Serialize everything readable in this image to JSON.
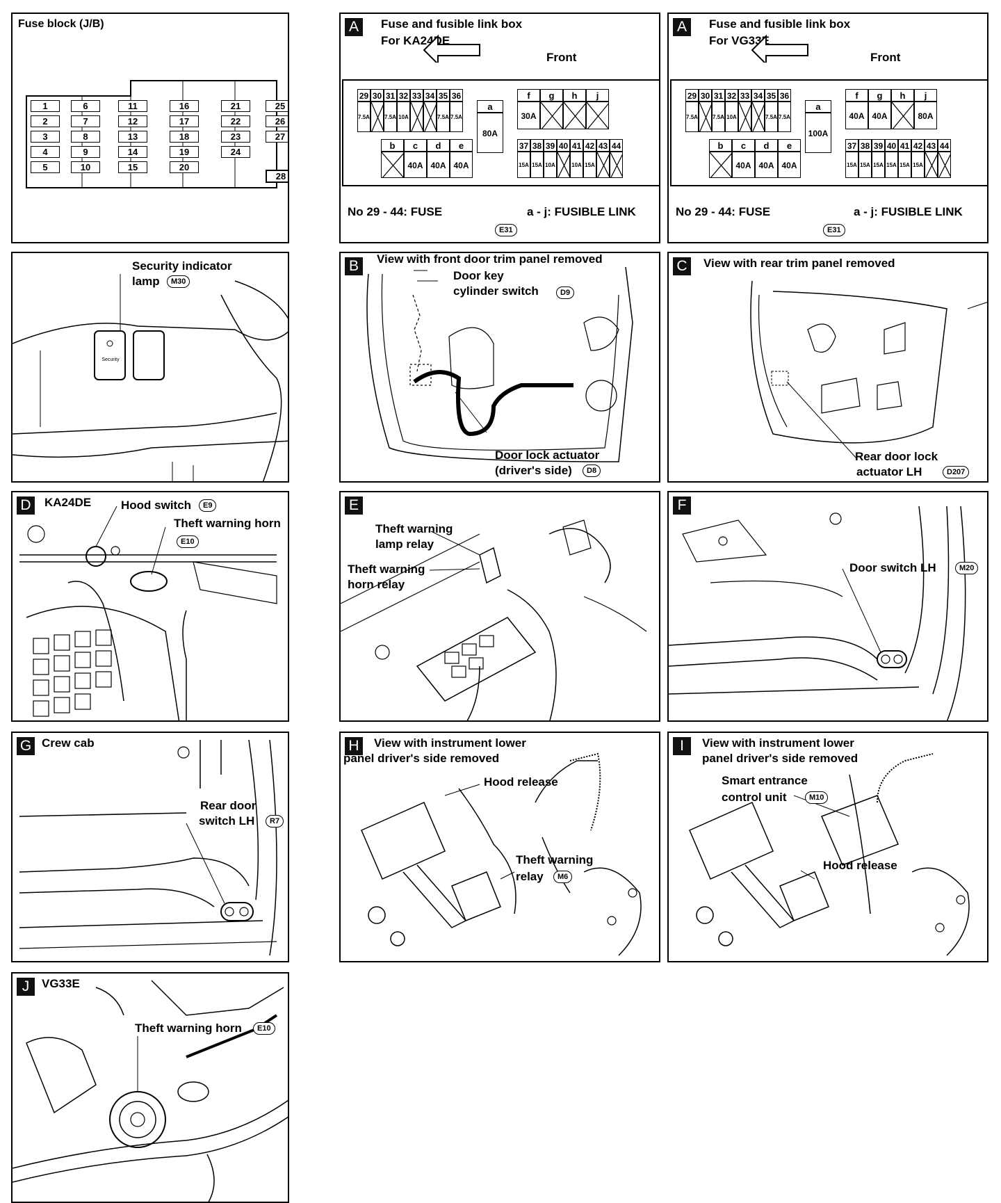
{
  "fuse_block": {
    "title": "Fuse block (J/B)",
    "fuses": [
      "1",
      "2",
      "3",
      "4",
      "5",
      "6",
      "7",
      "8",
      "9",
      "10",
      "11",
      "12",
      "13",
      "14",
      "15",
      "16",
      "17",
      "18",
      "19",
      "20",
      "21",
      "22",
      "23",
      "24",
      "25",
      "26",
      "27",
      "28"
    ]
  },
  "fusible_ka": {
    "letter": "A",
    "title_line1": "Fuse and fusible link box",
    "title_line2": "For KA24DE",
    "front": "Front",
    "fuse_top_nums": [
      "29",
      "30",
      "31",
      "32",
      "33",
      "34",
      "35",
      "36"
    ],
    "fuse_top_vals": [
      "7.5A",
      "",
      "7.5A",
      "10A",
      "",
      "",
      "7.5A",
      "7.5A"
    ],
    "link_top_labels": [
      "f",
      "g",
      "h",
      "j"
    ],
    "link_top_vals": [
      "30A",
      "",
      "",
      ""
    ],
    "link_a_label": "a",
    "link_a_val": "80A",
    "link_bot_labels": [
      "b",
      "c",
      "d",
      "e"
    ],
    "link_bot_vals": [
      "",
      "40A",
      "40A",
      "40A"
    ],
    "fuse_bot_nums": [
      "37",
      "38",
      "39",
      "40",
      "41",
      "42",
      "43",
      "44"
    ],
    "fuse_bot_vals": [
      "15A",
      "15A",
      "10A",
      "",
      "10A",
      "15A",
      "",
      ""
    ],
    "legend_fuse": "No 29 - 44:  FUSE",
    "legend_link": "a - j:  FUSIBLE LINK",
    "connector": "E31"
  },
  "fusible_vg": {
    "letter": "A",
    "title_line1": "Fuse and fusible link box",
    "title_line2": "For VG33E",
    "front": "Front",
    "fuse_top_nums": [
      "29",
      "30",
      "31",
      "32",
      "33",
      "34",
      "35",
      "36"
    ],
    "fuse_top_vals": [
      "7.5A",
      "",
      "7.5A",
      "10A",
      "",
      "",
      "7.5A",
      "7.5A"
    ],
    "link_top_labels": [
      "f",
      "g",
      "h",
      "j"
    ],
    "link_top_vals": [
      "40A",
      "40A",
      "",
      "80A"
    ],
    "link_a_label": "a",
    "link_a_val": "100A",
    "link_bot_labels": [
      "b",
      "c",
      "d",
      "e"
    ],
    "link_bot_vals": [
      "",
      "40A",
      "40A",
      "40A"
    ],
    "fuse_bot_nums": [
      "37",
      "38",
      "39",
      "40",
      "41",
      "42",
      "43",
      "44"
    ],
    "fuse_bot_vals": [
      "15A",
      "15A",
      "15A",
      "15A",
      "15A",
      "15A",
      "",
      ""
    ],
    "legend_fuse": "No 29 - 44:  FUSE",
    "legend_link": "a - j:  FUSIBLE LINK",
    "connector": "E31"
  },
  "security": {
    "label_line1": "Security indicator",
    "label_line2": "lamp",
    "connector": "M30",
    "switch_text": "Security"
  },
  "panel_b": {
    "letter": "B",
    "title": "View with front door trim panel removed",
    "key_line1": "Door key",
    "key_line2": "cylinder switch",
    "key_conn": "D9",
    "act_line1": "Door lock actuator",
    "act_line2": "(driver's side)",
    "act_conn": "D8"
  },
  "panel_c": {
    "letter": "C",
    "title": "View with rear trim panel removed",
    "line1": "Rear door lock",
    "line2": "actuator LH",
    "conn": "D207"
  },
  "panel_d": {
    "letter": "D",
    "title": "KA24DE",
    "hood": "Hood switch",
    "hood_conn": "E9",
    "horn": "Theft warning horn",
    "horn_conn": "E10"
  },
  "panel_e": {
    "letter": "E",
    "lamp1": "Theft warning",
    "lamp2": "lamp relay",
    "horn1": "Theft warning",
    "horn2": "horn relay"
  },
  "panel_f": {
    "letter": "F",
    "label": "Door switch LH",
    "conn": "M20"
  },
  "panel_g": {
    "letter": "G",
    "title": "Crew cab",
    "line1": "Rear door",
    "line2": "switch LH",
    "conn": "R7"
  },
  "panel_h": {
    "letter": "H",
    "title1": "View with instrument lower",
    "title2": "panel driver's side removed",
    "hood": "Hood release",
    "relay1": "Theft warning",
    "relay2": "relay",
    "conn": "M6"
  },
  "panel_i": {
    "letter": "I",
    "title1": "View with instrument lower",
    "title2": "panel driver's side removed",
    "unit1": "Smart entrance",
    "unit2": "control unit",
    "conn": "M10",
    "hood": "Hood release"
  },
  "panel_j": {
    "letter": "J",
    "title": "VG33E",
    "horn": "Theft warning horn",
    "conn": "E10"
  }
}
